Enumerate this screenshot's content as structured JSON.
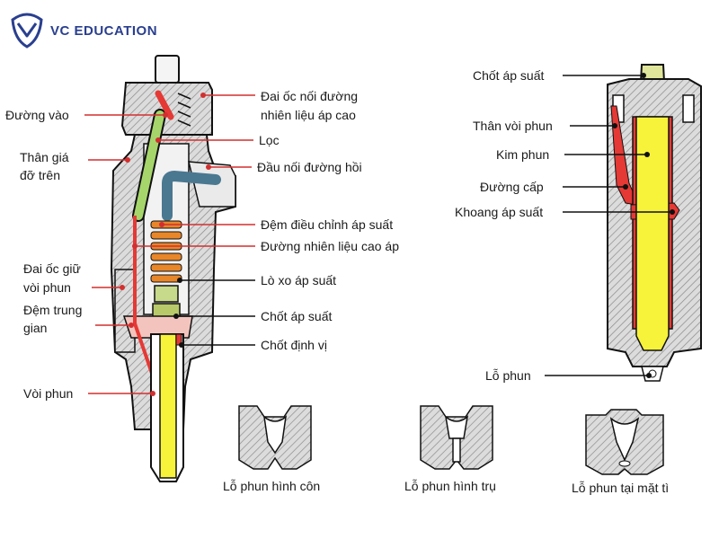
{
  "brand": {
    "name": "VC EDUCATION",
    "color": "#2a3f8f"
  },
  "colors": {
    "fuel_red": "#e53935",
    "spring_orange": "#e8862a",
    "needle_yellow": "#f7f23a",
    "filter_green": "#a6d66b",
    "return_blue": "#4a7891",
    "body_gray": "#d9d9d9",
    "cut_hatch": "#555555",
    "line_red": "#d32f2f",
    "line_black": "#111111"
  },
  "left_diagram": {
    "labels_left": {
      "inlet": "Đường vào",
      "upper_holder_1": "Thân giá",
      "upper_holder_2": "đỡ trên",
      "nozzle_nut_1": "Đai ốc giữ",
      "nozzle_nut_2": "vòi phun",
      "spacer_1": "Đệm trung",
      "spacer_2": "gian",
      "nozzle": "Vòi phun"
    },
    "labels_right": {
      "hp_nut_1": "Đai ốc nối đường",
      "hp_nut_2": "nhiên liệu áp cao",
      "filter": "Lọc",
      "return_conn": "Đầu nối đường hồi",
      "pressure_shim": "Đệm điều chỉnh áp suất",
      "hp_line": "Đường nhiên liệu cao áp",
      "spring": "Lò xo áp suất",
      "pressure_pin": "Chốt áp suất",
      "locating_pin": "Chốt định vị"
    }
  },
  "right_diagram": {
    "labels": {
      "pressure_pin": "Chốt áp suất",
      "nozzle_body": "Thân vòi phun",
      "needle": "Kim phun",
      "feed_line": "Đường cấp",
      "pressure_chamber": "Khoang áp suất",
      "spray_hole": "Lỗ phun"
    }
  },
  "nozzle_types": [
    {
      "label": "Lỗ phun hình côn"
    },
    {
      "label": "Lỗ phun hình trụ"
    },
    {
      "label": "Lỗ phun tại mặt tì"
    }
  ]
}
